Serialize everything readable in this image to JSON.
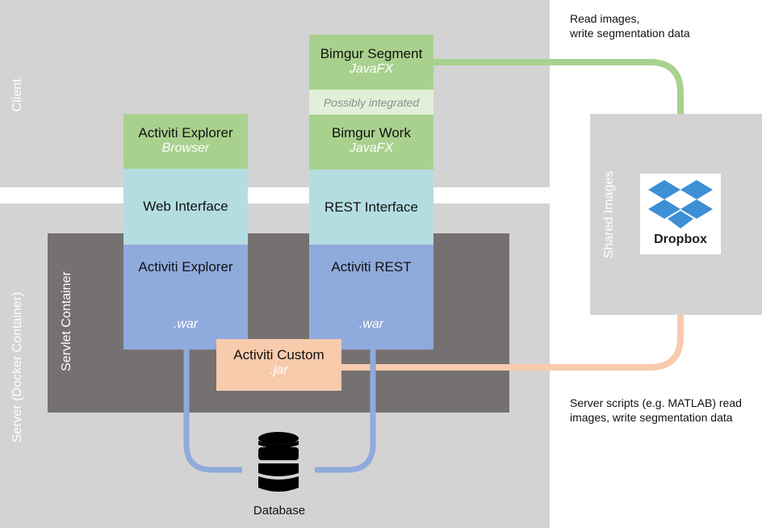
{
  "colors": {
    "region": "#d3d3d3",
    "servlet": "#767171",
    "green": "#a9d18e",
    "green_light": "#e2f0d9",
    "teal": "#b4dde1",
    "blue": "#8faadc",
    "peach": "#f8cbad",
    "line_green": "#a9d18e",
    "line_peach": "#f8cbad",
    "line_blue": "#8faadc"
  },
  "regions": {
    "client": "Client",
    "server": "Server (Docker Container)",
    "servlet": "Servlet Container",
    "shared": "Shared Images"
  },
  "explorer": {
    "title": "Activiti Explorer",
    "subtitle": "Browser",
    "interface": "Web Interface",
    "app": "Activiti Explorer",
    "app_sub": ".war"
  },
  "rest": {
    "segment_title": "Bimgur Segment",
    "segment_sub": "JavaFX",
    "integrated": "Possibly integrated",
    "work_title": "Bimgur Work",
    "work_sub": "JavaFX",
    "interface": "REST Interface",
    "app": "Activiti REST",
    "app_sub": ".war"
  },
  "custom": {
    "title": "Activiti Custom",
    "sub": ".jar"
  },
  "database": {
    "label": "Database",
    "icon": "database-icon"
  },
  "dropbox": {
    "label": "Dropbox",
    "icon": "dropbox-icon"
  },
  "notes": {
    "top": [
      "Read images,",
      "write segmentation data"
    ],
    "bottom": [
      "Server scripts (e.g. MATLAB) read",
      "images, write segmentation data"
    ]
  }
}
